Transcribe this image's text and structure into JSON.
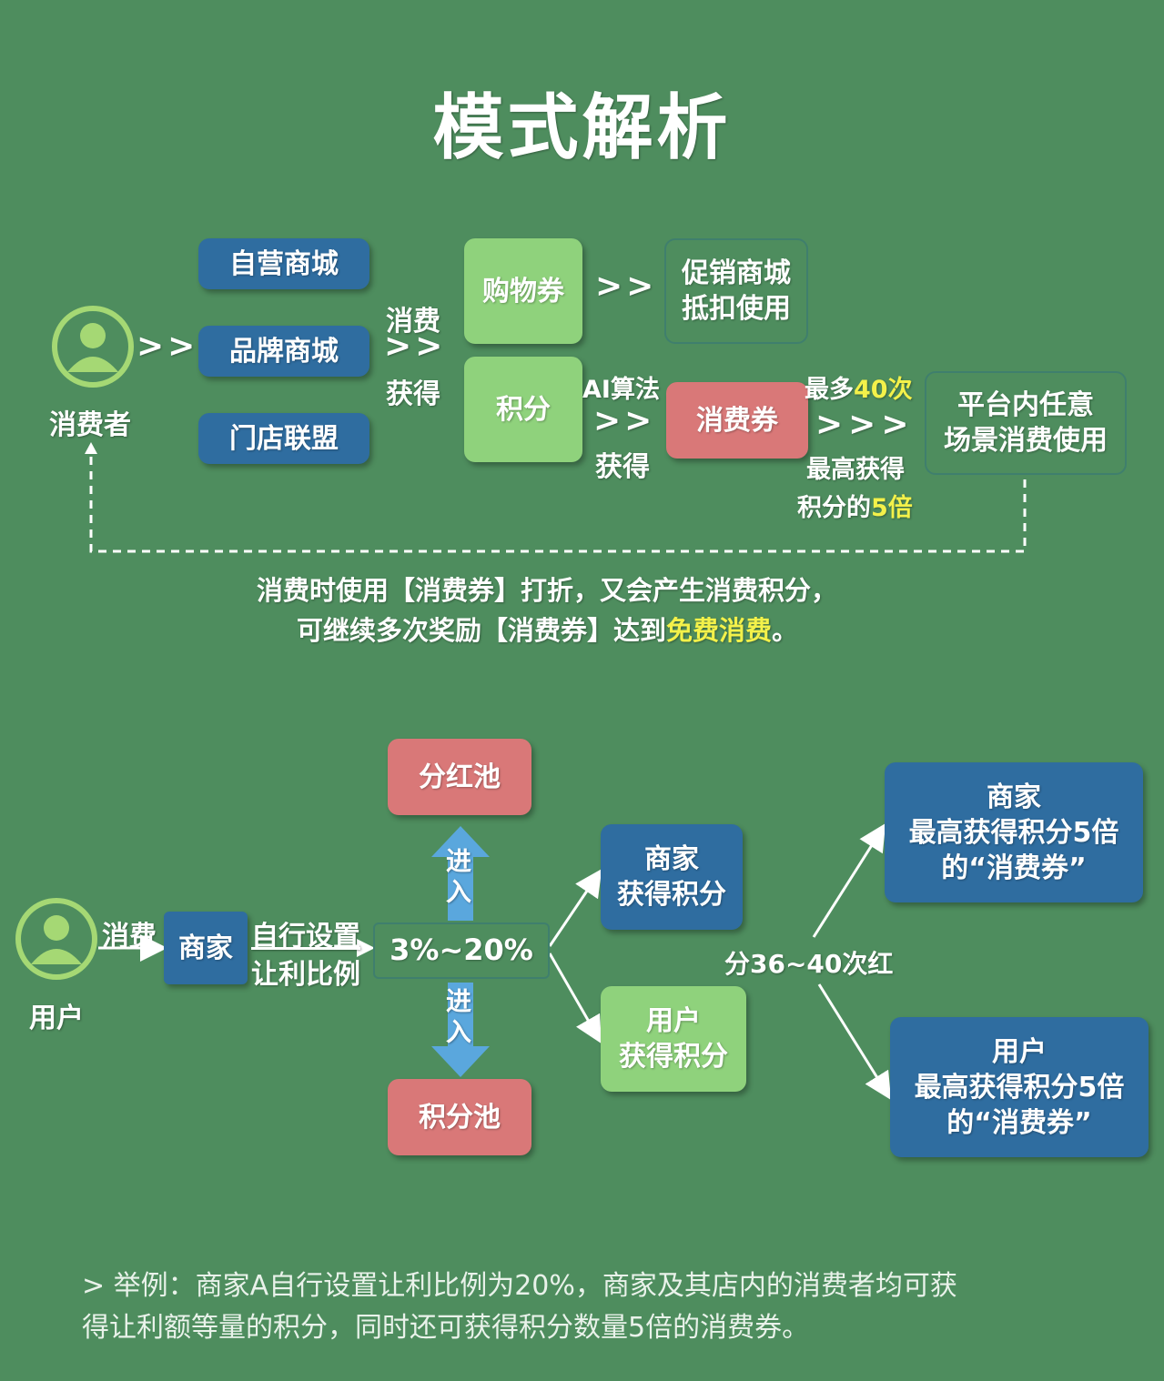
{
  "title": "模式解析",
  "colors": {
    "background": "#4e8d5e",
    "blue_box": "#2f6da0",
    "green_box": "#8fd27c",
    "red_box": "#d97878",
    "highlight": "#f3f14a",
    "arrow_blue": "#5aa7dd"
  },
  "top": {
    "consumer_label": "消费者",
    "arrows1": ">>",
    "mall_self": "自营商城",
    "mall_brand": "品牌商城",
    "store_alliance": "门店联盟",
    "consume_text": "消费",
    "arrows2": ">>",
    "obtain_text": "获得",
    "shopping_voucher": "购物券",
    "arrows3": ">>",
    "promo_line1": "促销商城",
    "promo_line2": "抵扣使用",
    "points": "积分",
    "ai_algo": "AI算法",
    "arrows4": ">>",
    "obtain_text2": "获得",
    "consume_voucher": "消费券",
    "max_prefix": "最多",
    "max_times": "40次",
    "arrows5": ">>>",
    "max_get": "最高获得",
    "points_of": "积分的",
    "five_times": "5倍",
    "platform_line1": "平台内任意",
    "platform_line2": "场景消费使用",
    "note_line1": "消费时使用【消费券】打折，又会产生消费积分，",
    "note_line2_a": "可继续多次奖励【消费券】达到",
    "note_line2_b": "免费消费",
    "note_line2_c": "。"
  },
  "bottom": {
    "user_label": "用户",
    "consume": "消费",
    "merchant": "商家",
    "self_set": "自行设置",
    "ratio": "让利比例",
    "percent_range": "3%~20%",
    "dividend_pool": "分红池",
    "enter_top": "进入",
    "enter_bottom": "进入",
    "points_pool": "积分池",
    "merchant_points_l1": "商家",
    "merchant_points_l2": "获得积分",
    "user_points_l1": "用户",
    "user_points_l2": "获得积分",
    "dividend_times": "分36~40次红",
    "merchant_max_l1": "商家",
    "merchant_max_l2": "最高获得积分5倍",
    "merchant_max_l3": "的“消费券”",
    "user_max_l1": "用户",
    "user_max_l2": "最高获得积分5倍",
    "user_max_l3": "的“消费券”"
  },
  "example": {
    "line1": ">  举例：商家A自行设置让利比例为20%，商家及其店内的消费者均可获",
    "line2": "得让利额等量的积分，同时还可获得积分数量5倍的消费券。"
  }
}
